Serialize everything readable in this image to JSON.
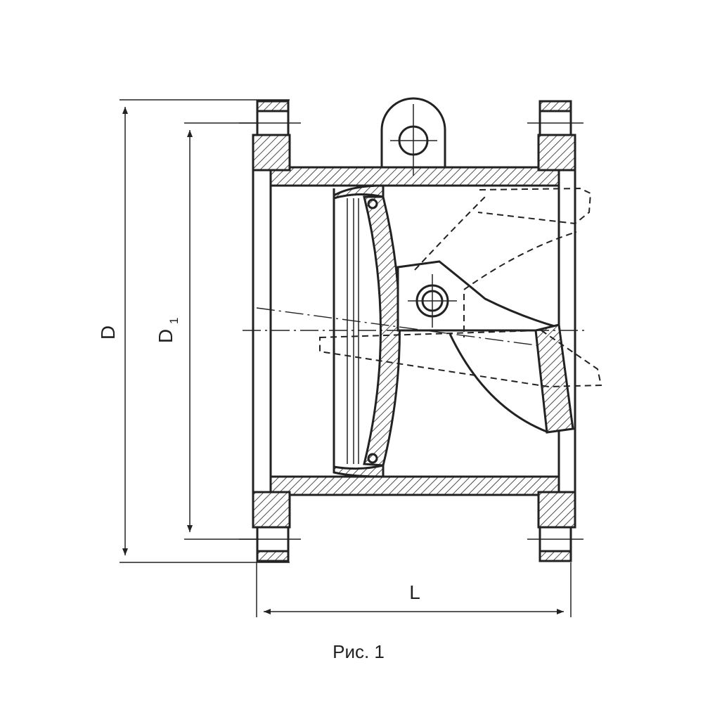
{
  "dimensions": {
    "outer_diameter": "D",
    "bolt_circle_diameter": "D",
    "bolt_circle_subscript": "1",
    "length": "L"
  },
  "caption": "Рис. 1"
}
